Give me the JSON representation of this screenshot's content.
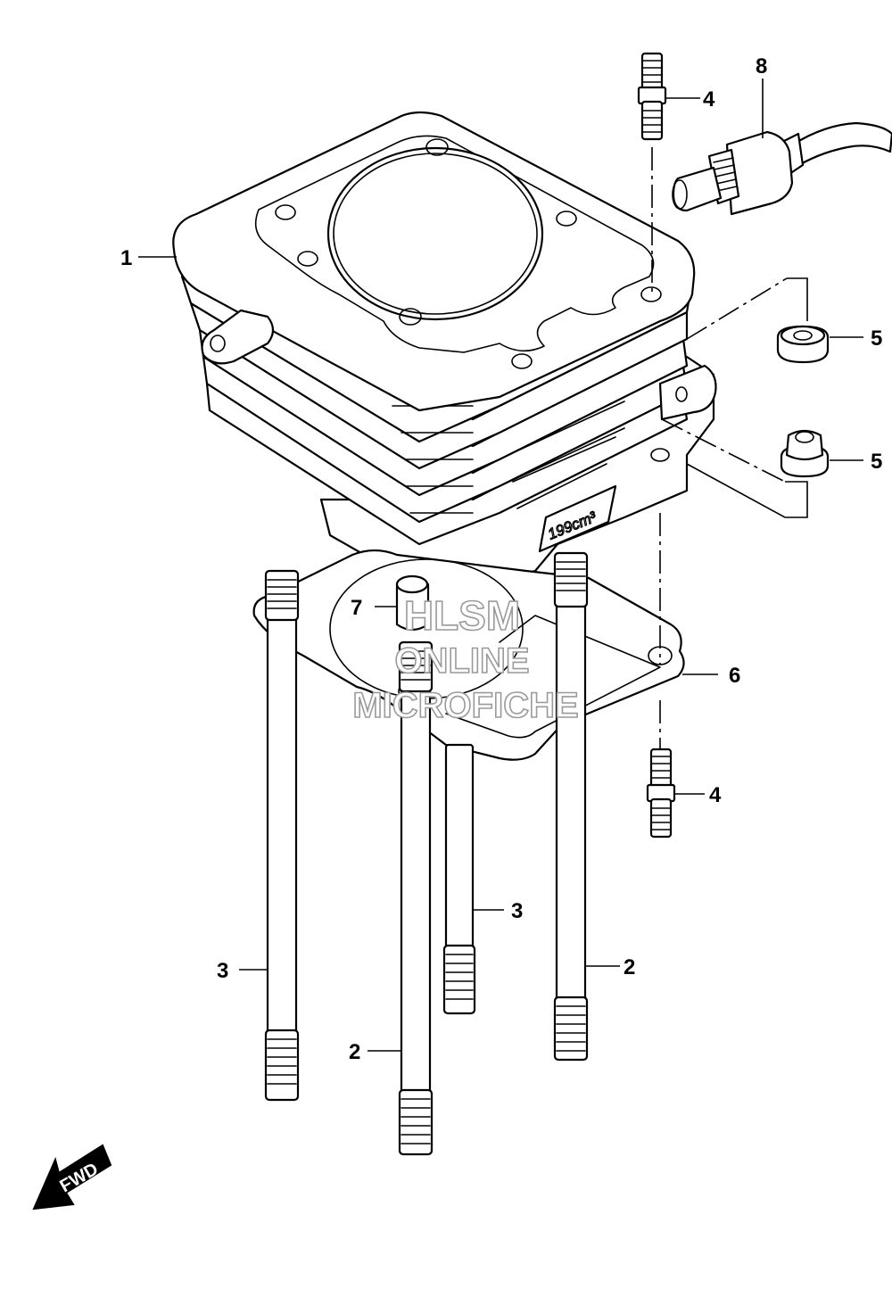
{
  "callouts": [
    {
      "id": "c1",
      "label": "1"
    },
    {
      "id": "c2a",
      "label": "2"
    },
    {
      "id": "c2b",
      "label": "2"
    },
    {
      "id": "c3a",
      "label": "3"
    },
    {
      "id": "c3b",
      "label": "3"
    },
    {
      "id": "c4a",
      "label": "4"
    },
    {
      "id": "c4b",
      "label": "4"
    },
    {
      "id": "c5a",
      "label": "5"
    },
    {
      "id": "c5b",
      "label": "5"
    },
    {
      "id": "c6",
      "label": "6"
    },
    {
      "id": "c7",
      "label": "7"
    },
    {
      "id": "c8",
      "label": "8"
    }
  ],
  "cylinder_marking": "199cm³",
  "direction_indicator": {
    "label": "FWD",
    "icon": "forward-arrow-icon"
  },
  "watermark": {
    "line1": "HLSM",
    "line2": "ONLINE",
    "line3": "MICROFICHE"
  }
}
